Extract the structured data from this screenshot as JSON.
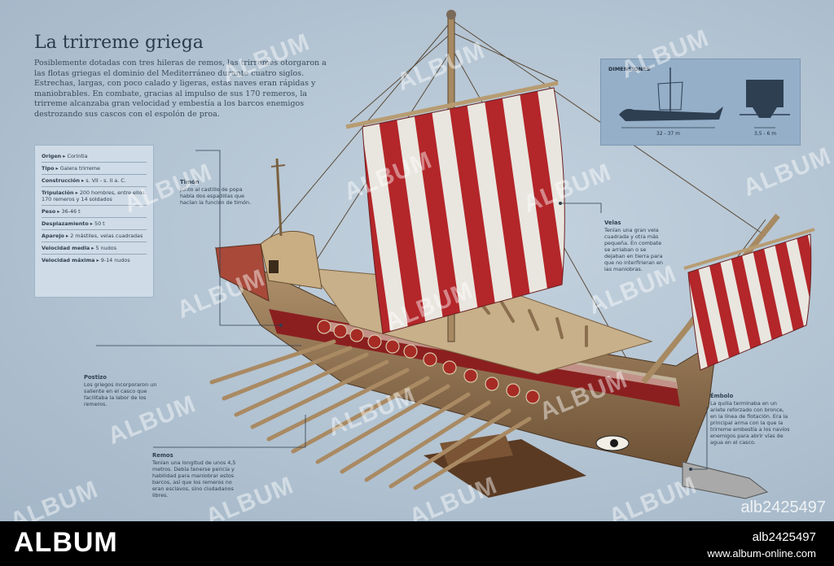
{
  "title": "La trirreme griega",
  "intro": "Posiblemente dotadas con tres hileras de remos, las trirremes otorgaron a las flotas griegas el dominio del Mediterráneo durante cuatro siglos. Estrechas, largas, con poco calado y ligeras, estas naves eran rápidas y maniobrables. En combate, gracias al impulso de sus 170 remeros, la trirreme alcanzaba gran velocidad y embestía a los barcos enemigos destrozando sus cascos con el espolón de proa.",
  "specs": [
    {
      "label": "Origen",
      "value": "Corintia"
    },
    {
      "label": "Tipo",
      "value": "Galera trirreme"
    },
    {
      "label": "Construcción",
      "value": "s. VII - s. II a. C."
    },
    {
      "label": "Tripulación",
      "value": "200 hombres, entre ellos 170 remeros y 14 soldados"
    },
    {
      "label": "Peso",
      "value": "36-46 t"
    },
    {
      "label": "Desplazamiento",
      "value": "50 t"
    },
    {
      "label": "Aparejo",
      "value": "2 mástiles, velas cuadradas"
    },
    {
      "label": "Velocidad media",
      "value": "5 nudos"
    },
    {
      "label": "Velocidad máxima",
      "value": "9-14 nudos"
    }
  ],
  "notes": {
    "timon": {
      "title": "Timón",
      "text": "Junto al castillo de popa había dos espadillas que hacían la función de timón."
    },
    "velas": {
      "title": "Velas",
      "text": "Tenían una gran vela cuadrada y otra más pequeña. En combate se arriaban o se dejaban en tierra para que no interfirieran en las maniobras."
    },
    "postizo": {
      "title": "Postizo",
      "text": "Los griegos incorporaron un saliente en el casco que facilitaba la labor de los remeros."
    },
    "remos": {
      "title": "Remos",
      "text": "Tenían una longitud de unos 4,5 metros. Debía tenerse pericia y habilidad para maniobrar estos barcos, así que los remeros no eran esclavos, sino ciudadanos libres."
    },
    "embolo": {
      "title": "Émbolo",
      "text": "La quilla terminaba en un ariete reforzado con bronce, en la línea de flotación. Era la principal arma con la que la trirreme embestía a los navíos enemigos para abrir vías de agua en el casco."
    }
  },
  "dimensions": {
    "title": "DIMENSIONES",
    "length": "32 - 37 m",
    "width": "3,5 - 6 m"
  },
  "watermark": {
    "text": "ALBUM",
    "code": "alb2425497"
  },
  "footer": {
    "logo": "ALBUM",
    "id": "alb2425497",
    "url": "www.album-online.com"
  },
  "colors": {
    "sail_red": "#b3262a",
    "sail_white": "#e9e6df",
    "hull": "#8a6e4e",
    "background": "#b2c3d2"
  }
}
